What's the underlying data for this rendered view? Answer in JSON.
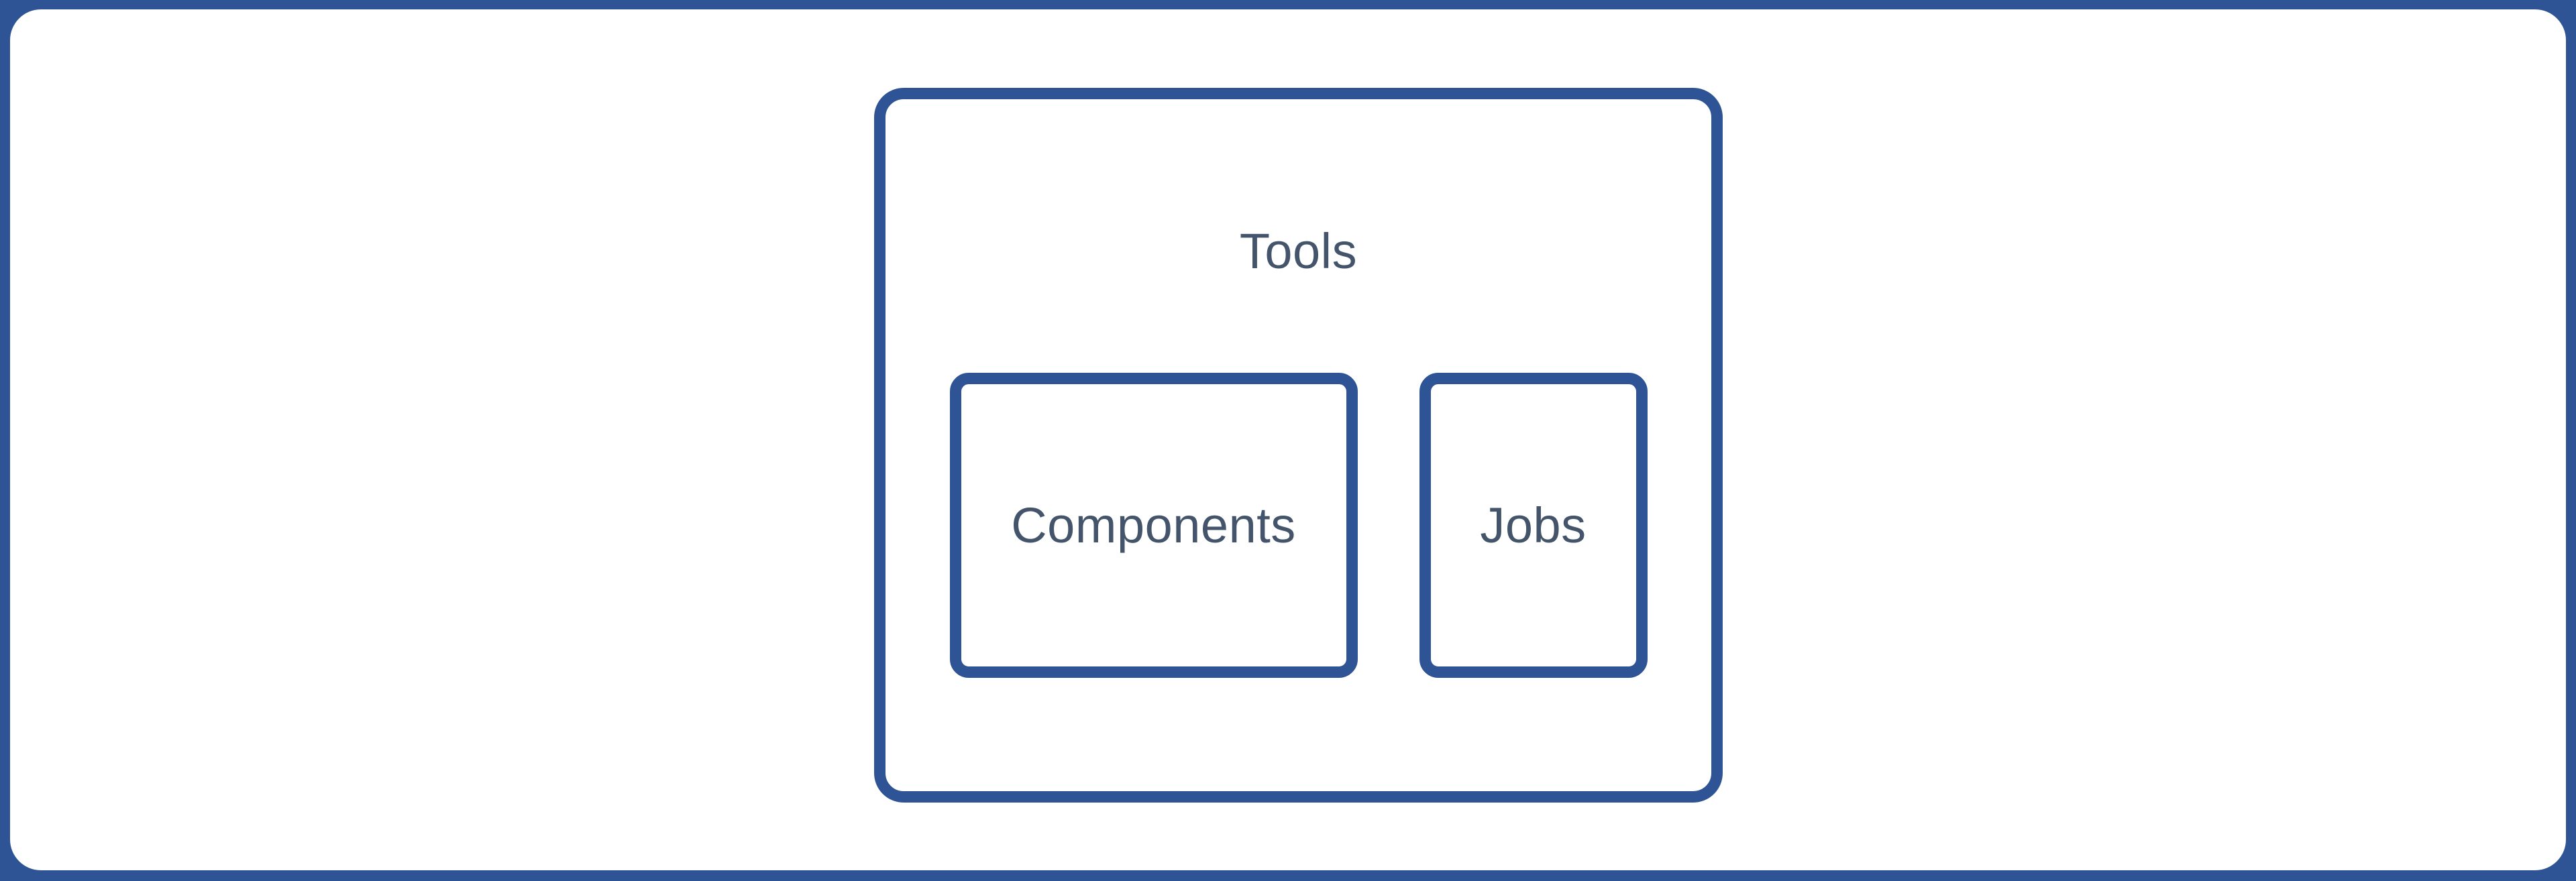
{
  "colors": {
    "frame_border": "#2F5496",
    "box_border": "#2F5496",
    "label_text": "#44546A",
    "background": "#FFFFFF"
  },
  "diagram": {
    "container": {
      "label": "Tools"
    },
    "items": [
      {
        "label": "Components"
      },
      {
        "label": "Jobs"
      }
    ]
  }
}
